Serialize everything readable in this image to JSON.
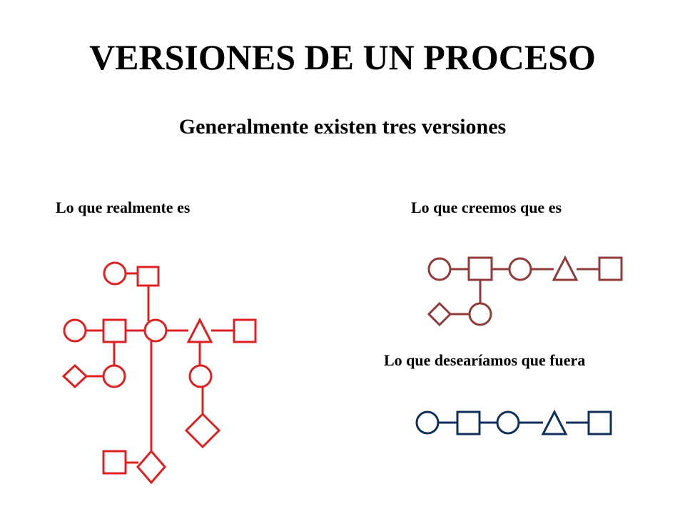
{
  "title": "VERSIONES DE UN PROCESO",
  "subtitle": "Generalmente existen tres versiones",
  "diagrams": {
    "real": {
      "label": "Lo que realmente es",
      "color": "#e02020"
    },
    "believed": {
      "label": "Lo que creemos que es",
      "color": "#903a3a"
    },
    "desired": {
      "label": "Lo que desearíamos que fuera",
      "color": "#10305a"
    }
  }
}
